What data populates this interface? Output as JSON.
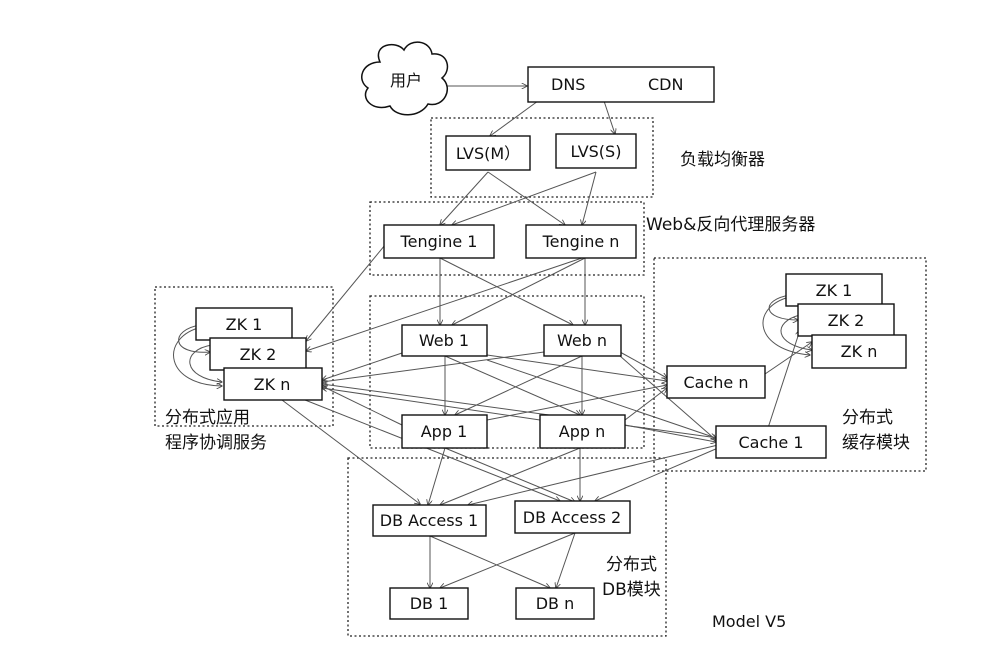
{
  "user": "用户",
  "dns": "DNS",
  "cdn": "CDN",
  "lvs_m": "LVS(M）",
  "lvs_s": "LVS(S)",
  "lb_group": "负载均衡器",
  "tengine_1": "Tengine 1",
  "tengine_n": "Tengine n",
  "web_group": "Web&反向代理服务器",
  "web_1": "Web 1",
  "web_n": "Web n",
  "app_1": "App 1",
  "app_n": "App n",
  "zk_left_1": "ZK 1",
  "zk_left_2": "ZK 2",
  "zk_left_n": "ZK n",
  "coord_group_line1": "分布式应用",
  "coord_group_line2": "程序协调服务",
  "zk_right_1": "ZK 1",
  "zk_right_2": "ZK 2",
  "zk_right_n": "ZK n",
  "cache_n": "Cache n",
  "cache_1": "Cache 1",
  "cache_group_line1": "分布式",
  "cache_group_line2": "缓存模块",
  "db_access_1": "DB Access 1",
  "db_access_2": "DB Access 2",
  "db_1": "DB 1",
  "db_n": "DB n",
  "db_group_line1": "分布式",
  "db_group_line2": "DB模块",
  "model": "Model V5"
}
